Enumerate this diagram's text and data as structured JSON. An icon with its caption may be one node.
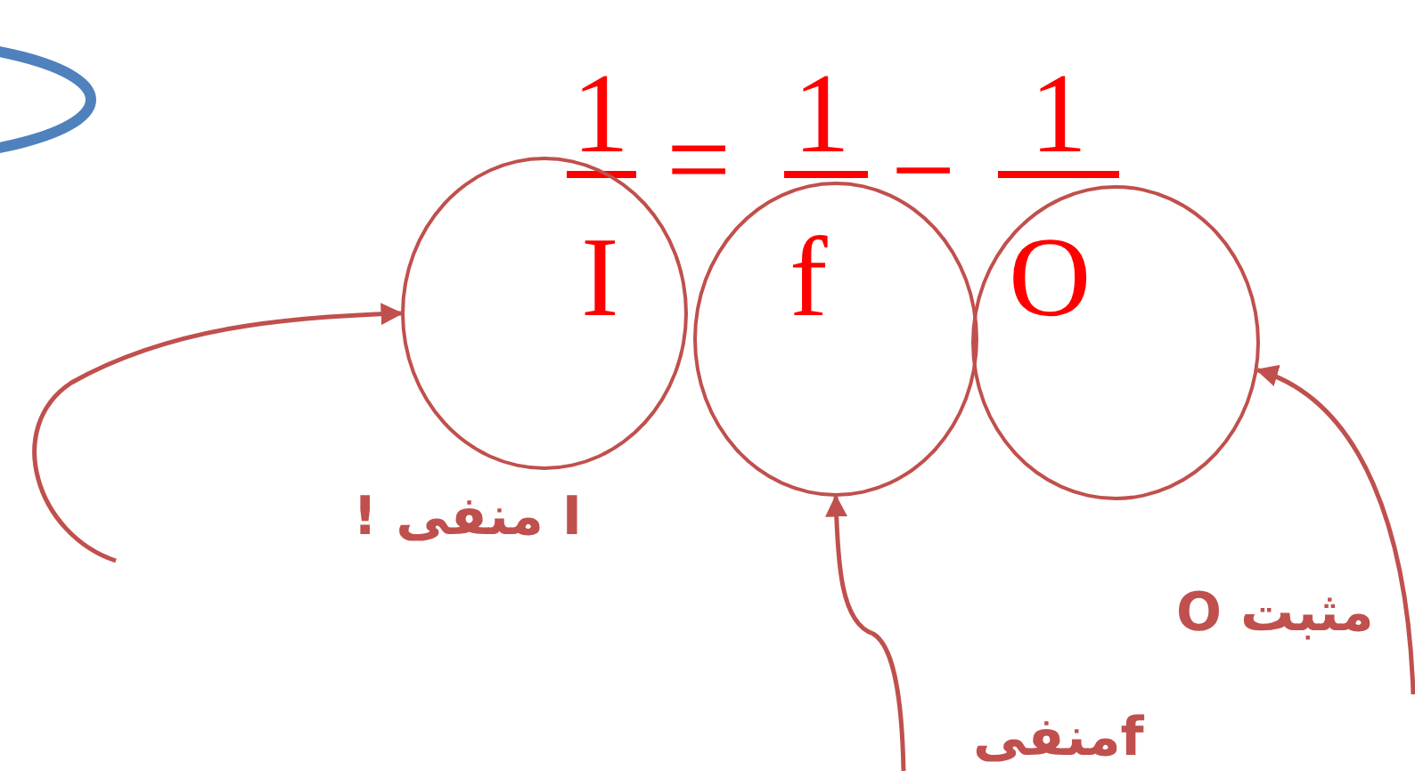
{
  "diagram": {
    "nodes": [
      {
        "text": [],
        "shape": "circle"
      },
      {
        "text": [],
        "shape": "circle"
      },
      {
        "text": [],
        "shape": "circle"
      }
    ],
    "edges": [
      {
        "from": null,
        "to": 0,
        "arrow": "to"
      },
      {
        "from": null,
        "to": 1,
        "arrow": "to"
      },
      {
        "from": null,
        "to": 2,
        "arrow": "to"
      }
    ],
    "labels": [
      "1",
      "=",
      "1",
      "−",
      "1",
      "I",
      "f",
      "O",
      "I منفی !",
      "مثبت O",
      "fمنفی"
    ]
  }
}
